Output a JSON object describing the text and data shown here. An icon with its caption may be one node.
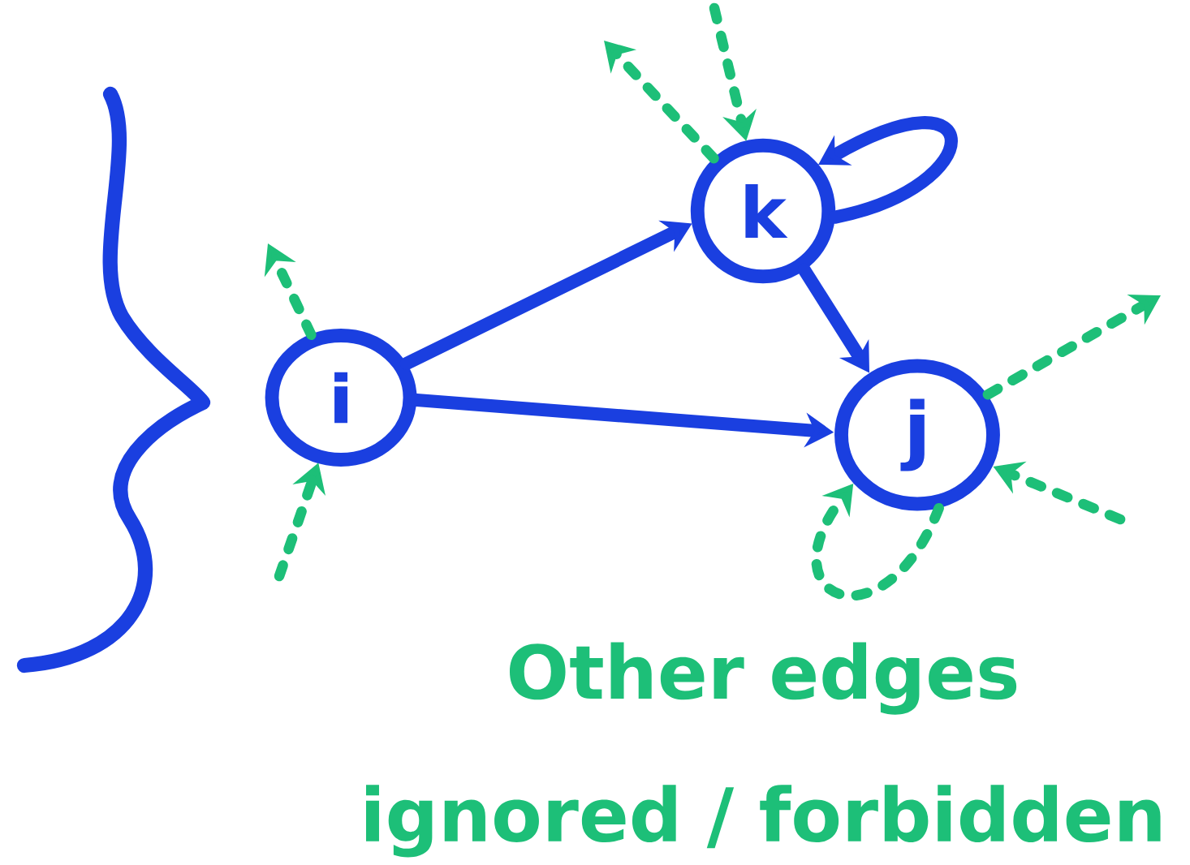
{
  "diagram": {
    "nodes": [
      {
        "text": [
          "i"
        ]
      },
      {
        "text": [
          "k"
        ]
      },
      {
        "text": [
          "j"
        ]
      }
    ],
    "edges": [
      {
        "from": 0,
        "to": 1,
        "arrow": "to",
        "color": "#1a3fe0"
      },
      {
        "from": 0,
        "to": 2,
        "arrow": "to",
        "color": "#1a3fe0"
      },
      {
        "from": 1,
        "to": 2,
        "arrow": "to",
        "color": "#1a3fe0"
      },
      {
        "from": 1,
        "to": 1,
        "arrow": "to",
        "color": "#1a3fe0"
      },
      {
        "from": 0,
        "to": null,
        "arrow": "to",
        "style": "dashed"
      },
      {
        "from": null,
        "to": 0,
        "arrow": "to",
        "style": "dashed"
      },
      {
        "from": 1,
        "to": null,
        "arrow": "to",
        "style": "dashed"
      },
      {
        "from": null,
        "to": 1,
        "arrow": "to",
        "style": "dashed"
      },
      {
        "from": 2,
        "to": null,
        "arrow": "to",
        "style": "dashed"
      },
      {
        "from": null,
        "to": 2,
        "arrow": "to",
        "style": "dashed"
      },
      {
        "from": 2,
        "to": 2,
        "arrow": "to",
        "style": "dashed"
      }
    ],
    "labels": [
      "Other edges ignored / forbidden"
    ]
  }
}
